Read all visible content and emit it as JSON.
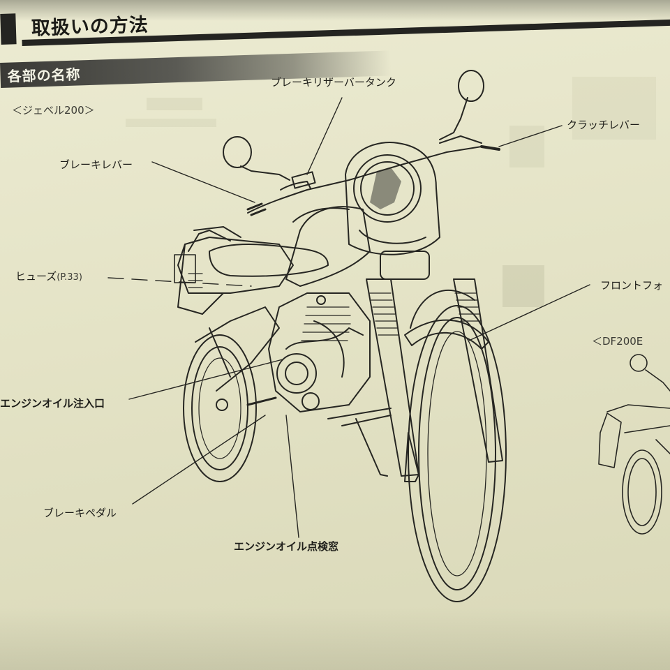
{
  "header": {
    "title": "取扱いの方法"
  },
  "section": {
    "title": "各部の名称"
  },
  "models": {
    "main": "＜ジェベル200＞",
    "secondary": "＜DF200E"
  },
  "labels": {
    "brake_reservoir": "ブレーキリザーバータンク",
    "clutch_lever": "クラッチレバー",
    "brake_lever": "ブレーキレバー",
    "fuse": "ヒューズ",
    "fuse_page": "(P.33)",
    "front_fork": "フロントフォ",
    "oil_filler": "エンジンオイル注入口",
    "brake_pedal": "ブレーキペダル",
    "oil_window": "エンジンオイル点検窓"
  }
}
